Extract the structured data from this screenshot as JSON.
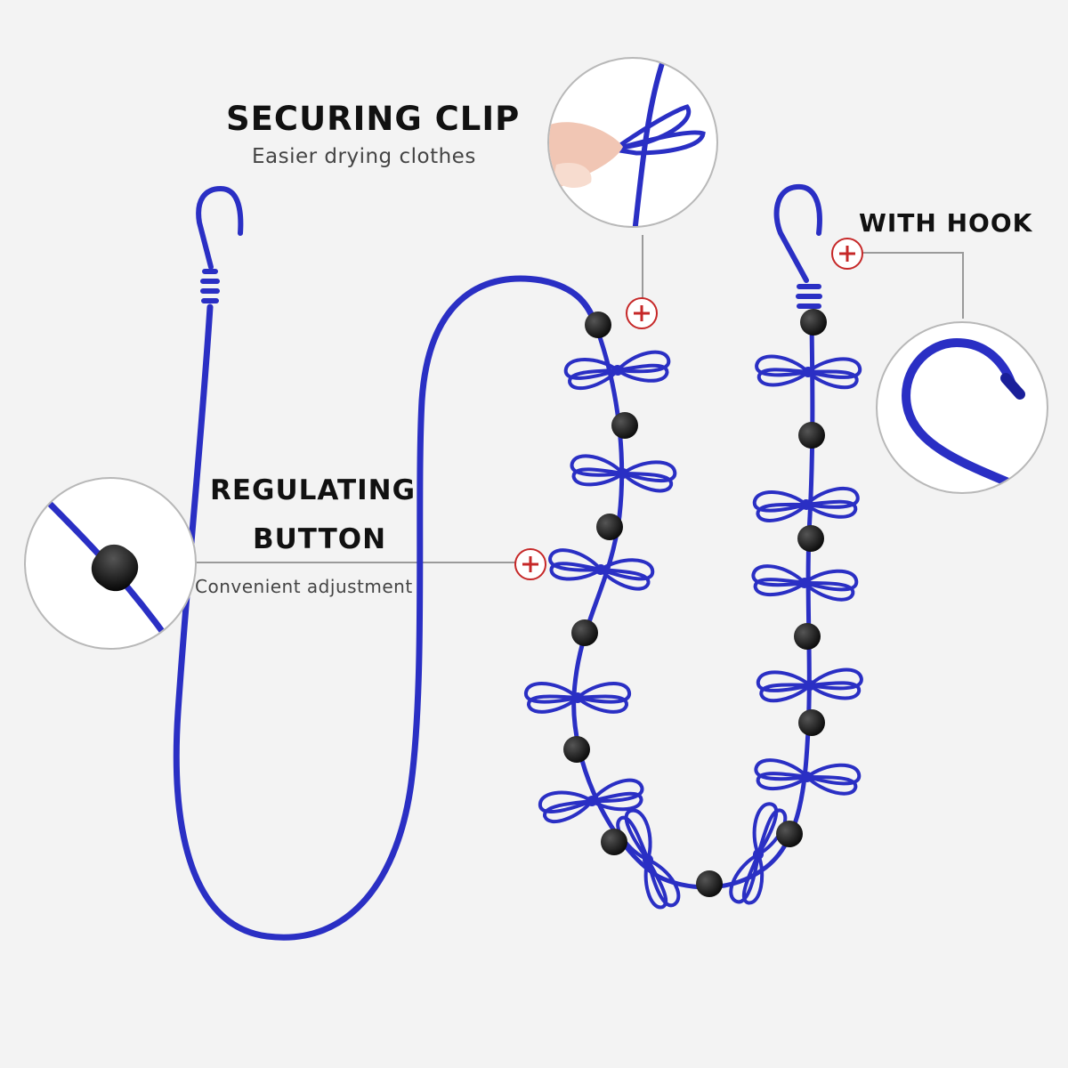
{
  "callouts": {
    "securing_clip": {
      "title": "SECURING CLIP",
      "subtitle": "Easier drying clothes"
    },
    "with_hook": {
      "title": "WITH HOOK"
    },
    "regulating_button": {
      "title_line1": "REGULATING",
      "title_line2": "BUTTON",
      "subtitle": "Convenient adjustment"
    }
  },
  "colors": {
    "background": "#f3f3f3",
    "rope": "#2a2fc4",
    "bead": "#151515",
    "plus_marker": "#c62828",
    "leader_line": "#9a9a9a"
  },
  "icons": [
    "plus-marker-icon",
    "hook-icon",
    "clip-icon",
    "bead-icon"
  ]
}
